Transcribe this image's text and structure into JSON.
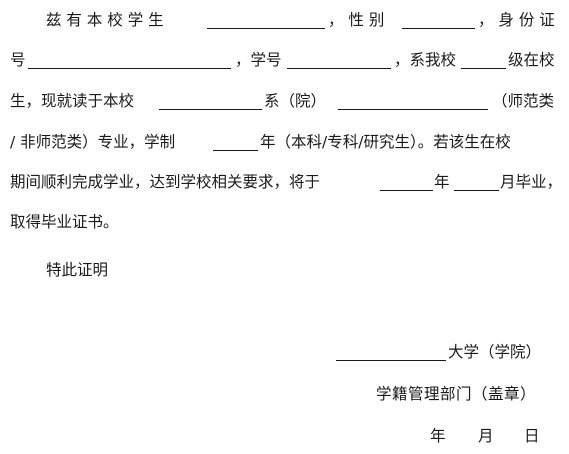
{
  "certificate": {
    "line1": {
      "a": "兹 有 本 校 学 生",
      "b": "， 性 别",
      "c": "， 身 份 证"
    },
    "line2": {
      "a": "号",
      "b": "，学号",
      "c": "，系我校",
      "d": "级在校"
    },
    "line3": {
      "a": "生，现就读于本校",
      "b": "系（院）",
      "c": "（师范类"
    },
    "line4": {
      "a": "/ 非师范类）专业，学制",
      "b": "年（本科/专科/研究生）。若该生在校"
    },
    "line5": {
      "a": "期间顺利完成学业，达到学校相关要求，将于",
      "b": "年",
      "c": "月毕业，"
    },
    "line6": "取得毕业证书。",
    "closing": "特此证明",
    "signature": {
      "university": "大学（学院）",
      "registrar": "学籍管理部门（盖章）",
      "date_year": "年",
      "date_month": "月",
      "date_day": "日"
    }
  }
}
